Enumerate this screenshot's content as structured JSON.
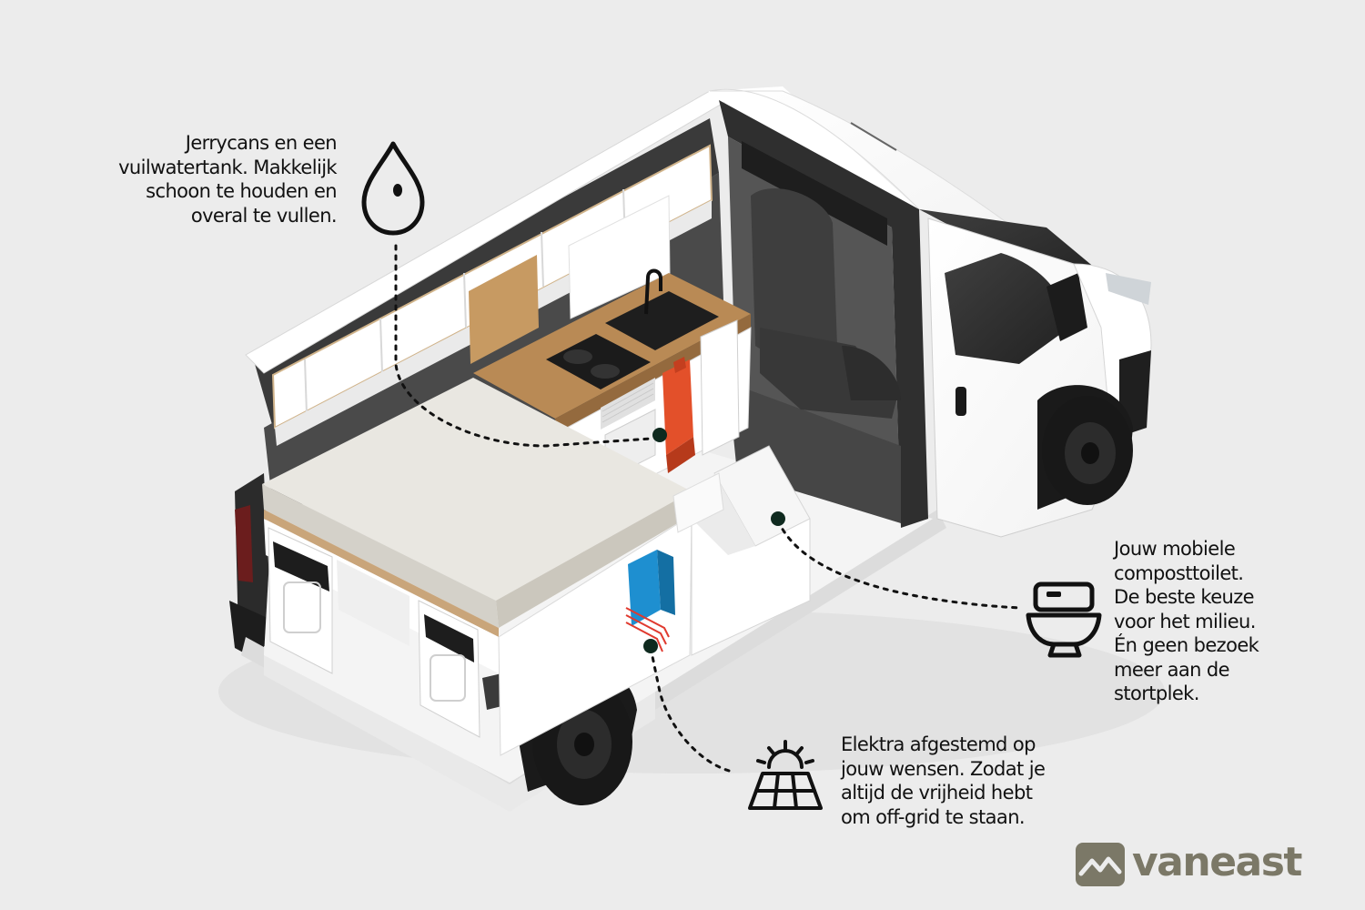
{
  "callouts": {
    "water": {
      "text": "Jerrycans en een\nvuilwatertank. Makkelijk\nschoon te houden en\noveral te vullen.",
      "icon": "water-drop-icon"
    },
    "toilet": {
      "text": "Jouw mobiele\ncomposttoilet.\nDe beste keuze\nvoor het milieu.\nÉn geen bezoek\nmeer aan de\nstortplek.",
      "icon": "toilet-icon"
    },
    "electric": {
      "text": "Elektra afgestemd op\njouw wensen. Zodat je\naltijd de vrijheid hebt\nom off-grid te staan.",
      "icon": "solar-panel-icon"
    }
  },
  "brand": {
    "name": "vaneast",
    "color": "#7b7867"
  },
  "colors": {
    "background": "#ececec",
    "van_body": "#ffffff",
    "van_dark": "#3a3a3a",
    "countertop": "#b98a55",
    "jerrycan": "#e3502a",
    "battery": "#1e8fd0",
    "wiring": "#e03a2f",
    "marker": "#0f2a1f"
  }
}
